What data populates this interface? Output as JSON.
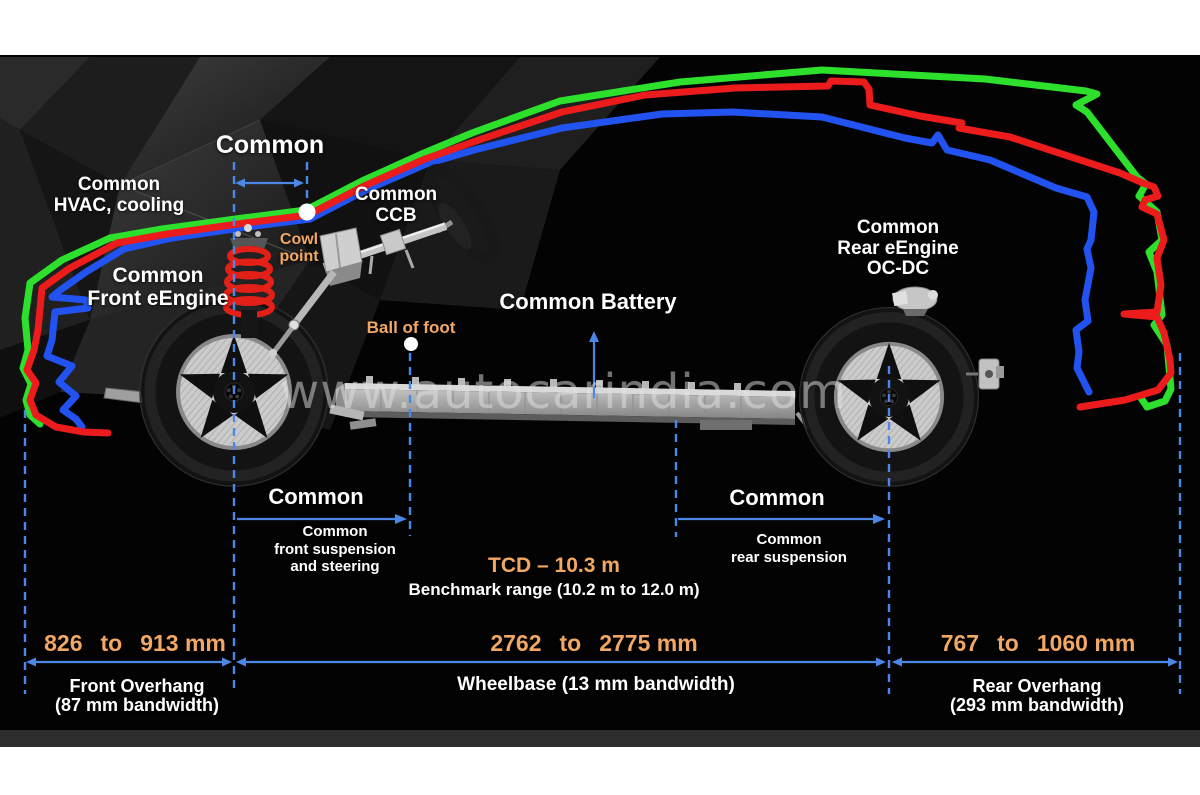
{
  "watermark": "www.autocarindia.com",
  "annotations": {
    "cowl_width_header": "Common",
    "hvac": {
      "line1": "Common",
      "line2": "HVAC, cooling"
    },
    "front_eengine": {
      "line1": "Common",
      "line2": "Front eEngine"
    },
    "cowl_point": {
      "line1": "Cowl",
      "line2": "point"
    },
    "ccb": {
      "line1": "Common",
      "line2": "CCB"
    },
    "ball_of_foot": "Ball of foot",
    "battery": "Common Battery",
    "rear_eengine": {
      "line1": "Common",
      "line2": "Rear eEngine",
      "line3": "OC-DC"
    },
    "front_suspension": {
      "header": "Common",
      "line1": "Common",
      "line2": "front suspension",
      "line3": "and steering"
    },
    "rear_suspension": {
      "header": "Common",
      "line1": "Common",
      "line2": "rear suspension"
    }
  },
  "turning_circle": {
    "value": "TCD – 10.3 m",
    "benchmark": "Benchmark range (10.2 m to 12.0 m)"
  },
  "dimensions": {
    "front_overhang": {
      "min": "826",
      "connector": "to",
      "max": "913 mm",
      "name": "Front Overhang",
      "bandwidth": "(87 mm bandwidth)"
    },
    "wheelbase": {
      "min": "2762",
      "connector": "to",
      "max": "2775 mm",
      "name": "Wheelbase (13 mm bandwidth)"
    },
    "rear_overhang": {
      "min": "767",
      "connector": "to",
      "max": "1060 mm",
      "name": "Rear Overhang",
      "bandwidth": "(293 mm bandwidth)"
    }
  },
  "legend_colors": {
    "variant_line_green": "#2CE02C",
    "variant_line_red": "#EC1C1C",
    "variant_line_blue": "#2253F1",
    "dimension_blue": "#4C87E8",
    "label_orange": "#F2A765"
  }
}
